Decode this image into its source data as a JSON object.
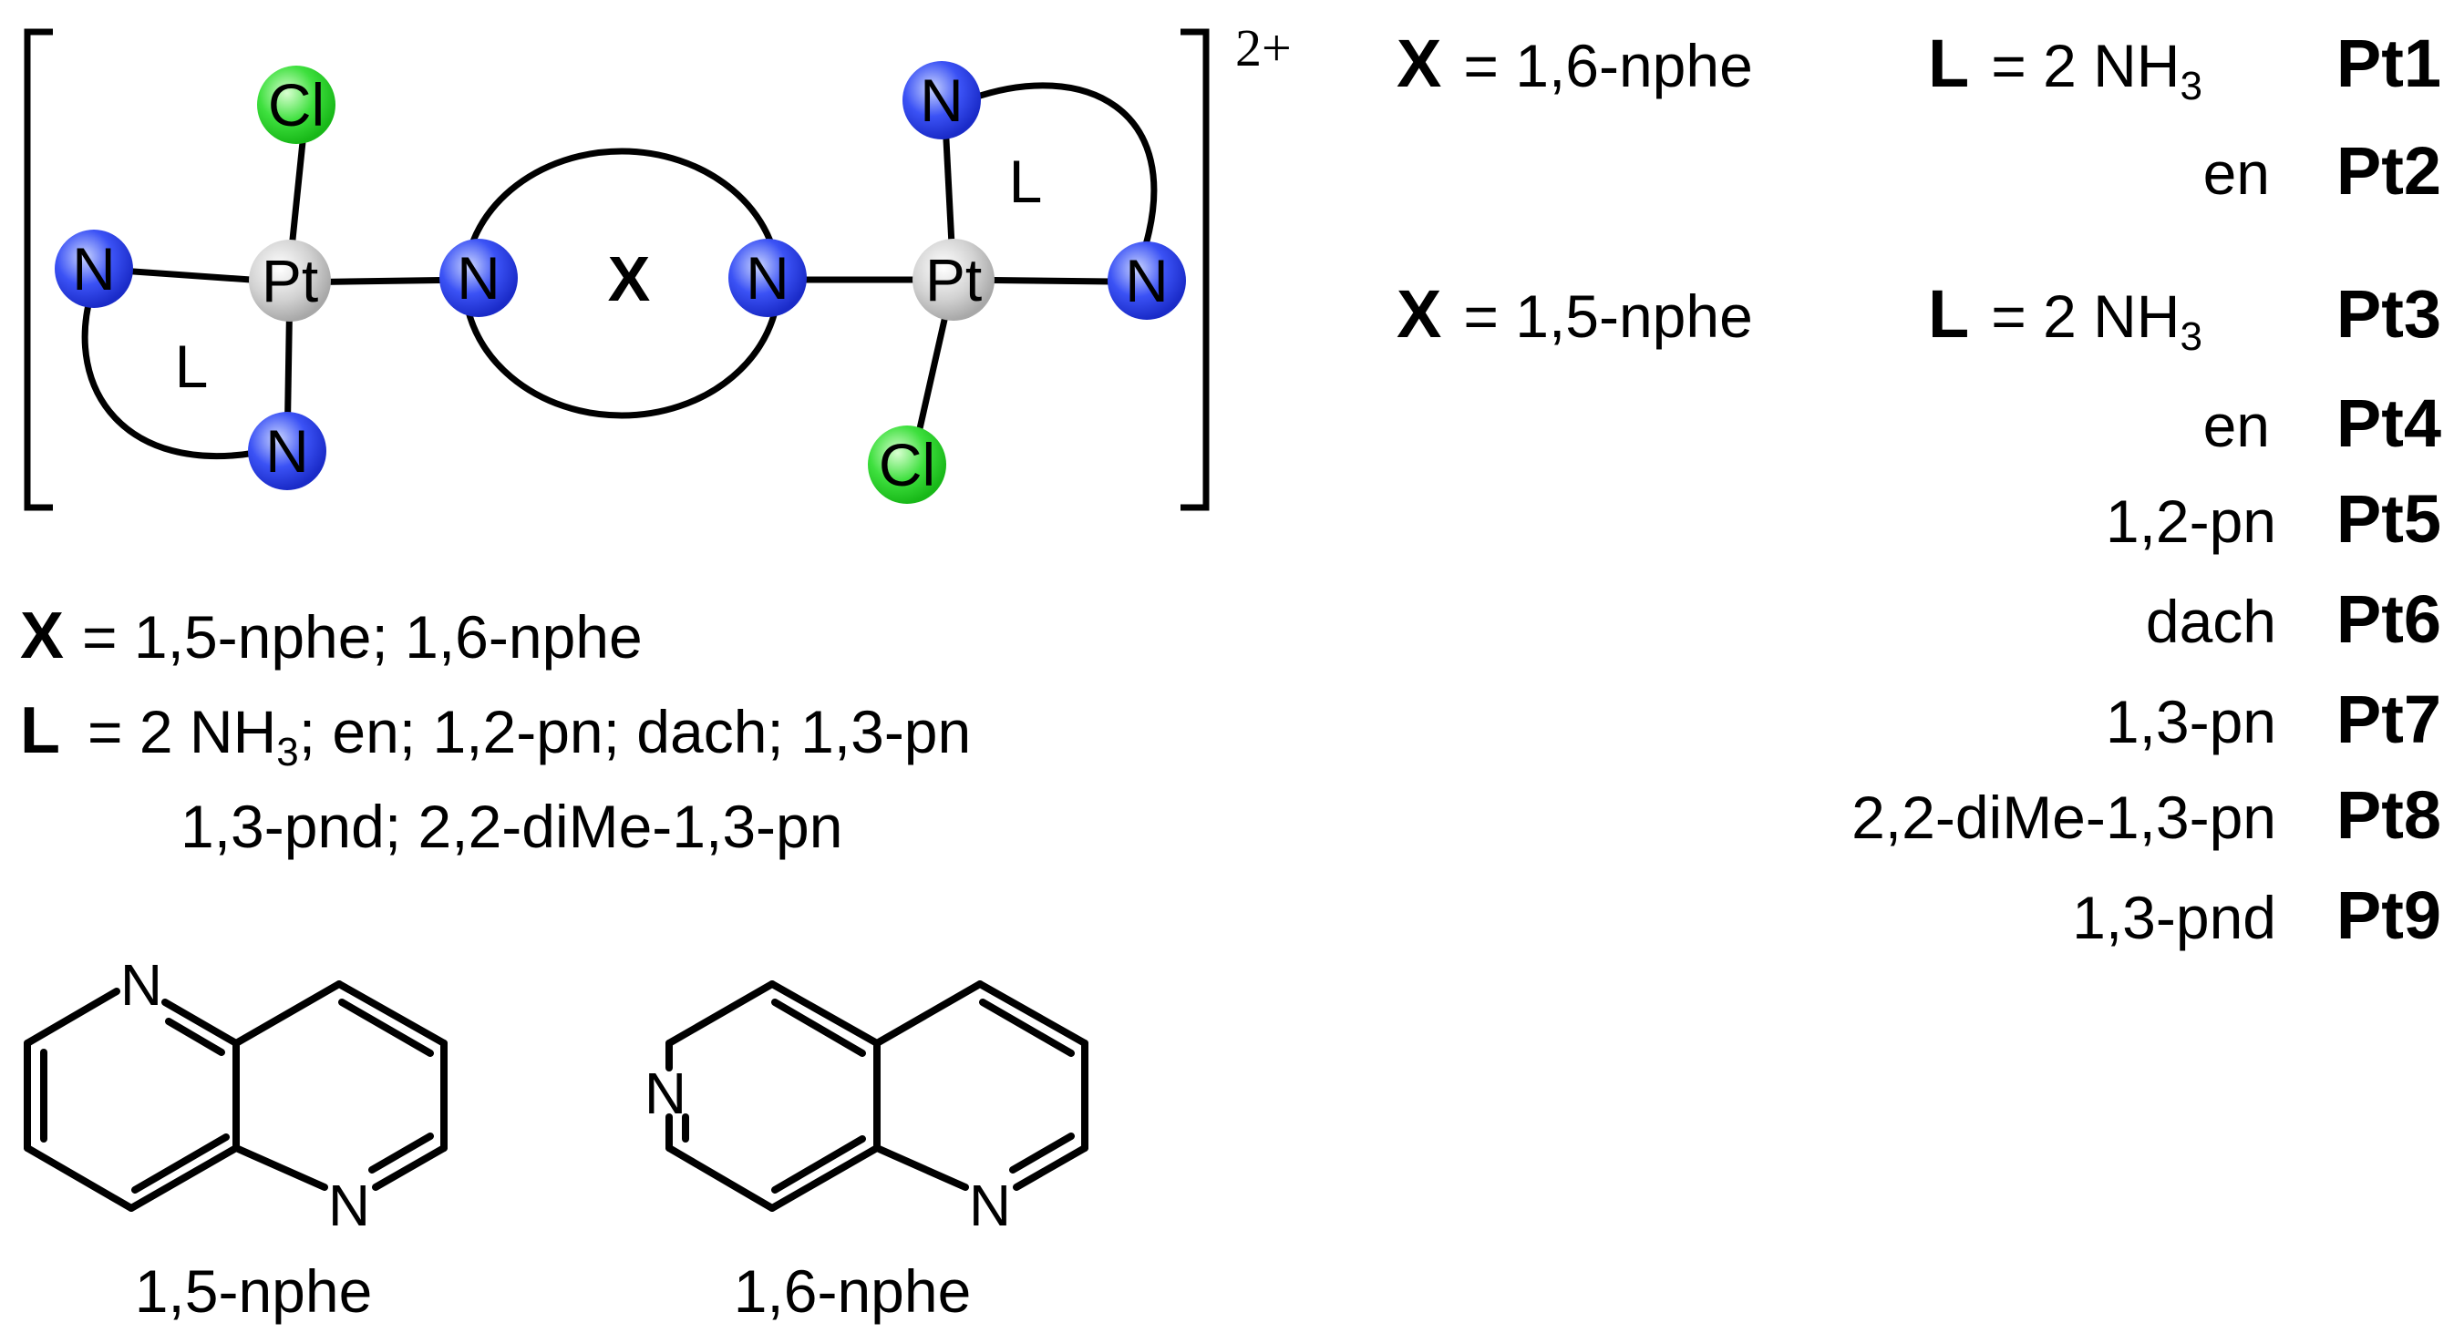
{
  "complex": {
    "charge": "2+",
    "linker_label": "X",
    "ligand_label": "L",
    "atoms": {
      "pt": "Pt",
      "cl": "Cl",
      "n": "N"
    }
  },
  "definitions": {
    "x_symbol": "X",
    "x_text": "= 1,5-nphe; 1,6-nphe",
    "l_symbol": "L",
    "l_text_a": "= 2 NH",
    "l_sub": "3",
    "l_text_b": "; en; 1,2-pn; dach; 1,3-pn",
    "l_text_c": "1,3-pnd; 2,2-diMe-1,3-pn"
  },
  "table": {
    "group1": {
      "x_symbol": "X",
      "x_text": "= 1,6-nphe",
      "l_symbol": "L",
      "l_text": "= 2 NH",
      "l_sub": "3",
      "rows": [
        {
          "ligand": "",
          "compound": "Pt1"
        },
        {
          "ligand": "en",
          "compound": "Pt2"
        }
      ]
    },
    "group2": {
      "x_symbol": "X",
      "x_text": "= 1,5-nphe",
      "l_symbol": "L",
      "l_text": "= 2 NH",
      "l_sub": "3",
      "rows": [
        {
          "ligand": "",
          "compound": "Pt3"
        },
        {
          "ligand": "en",
          "compound": "Pt4"
        },
        {
          "ligand": "1,2-pn",
          "compound": "Pt5"
        },
        {
          "ligand": "dach",
          "compound": "Pt6"
        },
        {
          "ligand": "1,3-pn",
          "compound": "Pt7"
        },
        {
          "ligand": "2,2-diMe-1,3-pn",
          "compound": "Pt8"
        },
        {
          "ligand": "1,3-pnd",
          "compound": "Pt9"
        }
      ]
    }
  },
  "structures": [
    {
      "name": "1,5-nphe",
      "n_label": "N"
    },
    {
      "name": "1,6-nphe",
      "n_label": "N"
    }
  ],
  "colors": {
    "nitrogen": "#2a3cf0",
    "chlorine": "#27d827",
    "platinum": "#c8c8c8",
    "bond": "#000000"
  }
}
